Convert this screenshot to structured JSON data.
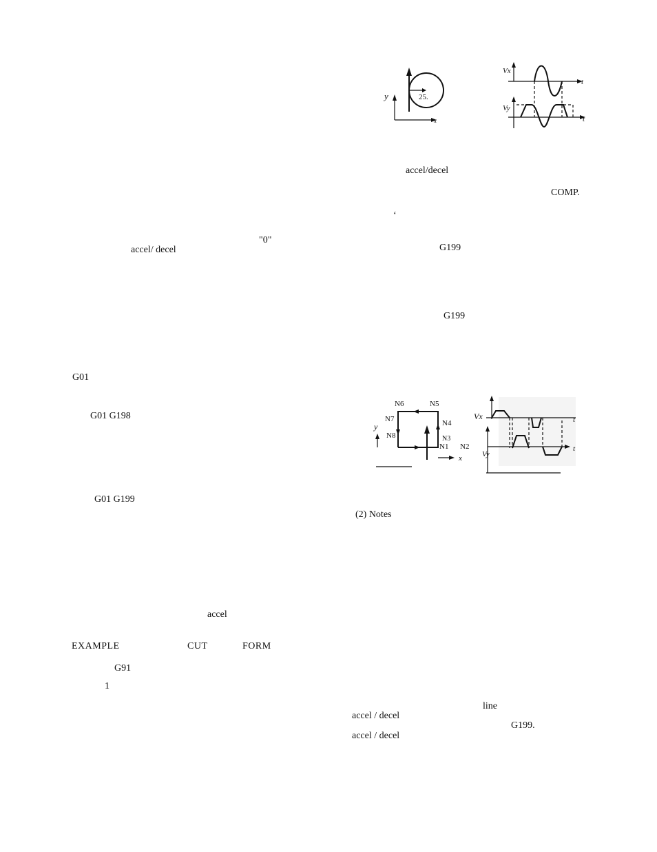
{
  "left_column": {
    "f1": "\"0\"",
    "f2": "accel/ decel",
    "f3": "G01",
    "f4": "G01  G198",
    "f5": "G01  G199",
    "f6": "accel",
    "f7": "EXAMPLE",
    "f8": "CUT",
    "f9": "FORM",
    "f10": "G91",
    "f11": "1"
  },
  "right_column": {
    "f1": "accel/decel",
    "f2": "COMP.",
    "f3": "G199",
    "f4": "G199",
    "f5": "(2) Notes",
    "f6": "line",
    "f7": "accel / decel",
    "f8": "G199.",
    "f9": "accel / decel"
  },
  "figure_circle": {
    "y_label": "y",
    "x_label": "x",
    "radius_label": "25."
  },
  "figure_velocity_circle": {
    "vx_label": "Vx",
    "vy_label": "Vy",
    "t_label": "t"
  },
  "figure_square": {
    "labels": [
      "N6",
      "N5",
      "N7",
      "N4",
      "N8",
      "N3",
      "N1",
      "N2"
    ],
    "y_label": "y",
    "x_label": "x"
  },
  "figure_velocity_square": {
    "vx_label": "Vx",
    "vy_label": "Vy",
    "t_label": "t"
  }
}
